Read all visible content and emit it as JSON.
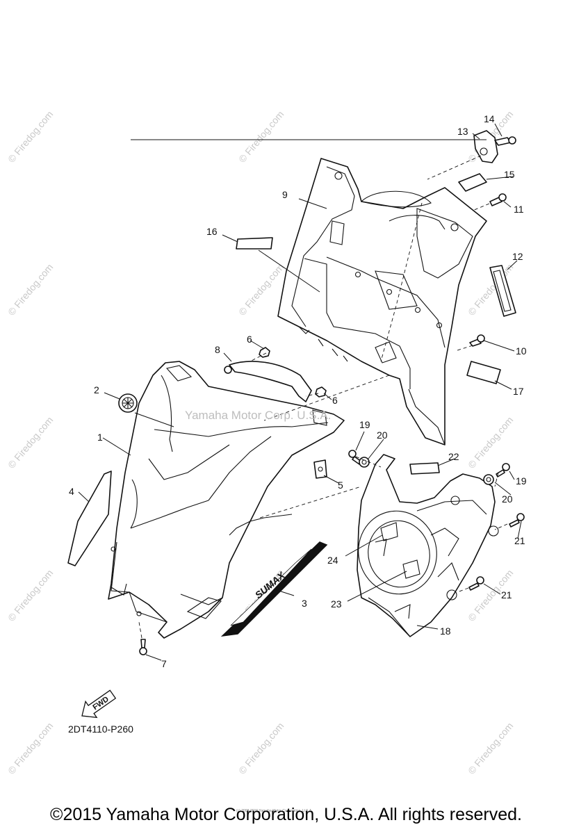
{
  "watermark": "© Firedog.com",
  "ghost_text": "Yamaha Motor Corp. U.S.A.",
  "fine_print": "(c) 2008-2016 Yamaha Motor Corporation, U.S.A.",
  "fwd_label": "FWD",
  "diagram_code": "2DT4110-P260",
  "copyright": "©2015 Yamaha Motor Corporation, U.S.A. All rights reserved.",
  "callouts": {
    "c1": "1",
    "c2": "2",
    "c3": "3",
    "c4": "4",
    "c5": "5",
    "c6a": "6",
    "c6b": "6",
    "c7": "7",
    "c8": "8",
    "c9": "9",
    "c10": "10",
    "c11": "11",
    "c12": "12",
    "c13": "13",
    "c14": "14",
    "c15": "15",
    "c16": "16",
    "c17": "17",
    "c18": "18",
    "c19a": "19",
    "c19b": "19",
    "c20a": "20",
    "c20b": "20",
    "c21a": "21",
    "c21b": "21",
    "c22": "22",
    "c23": "23",
    "c24": "24"
  },
  "emblem_text": "SUMAX"
}
